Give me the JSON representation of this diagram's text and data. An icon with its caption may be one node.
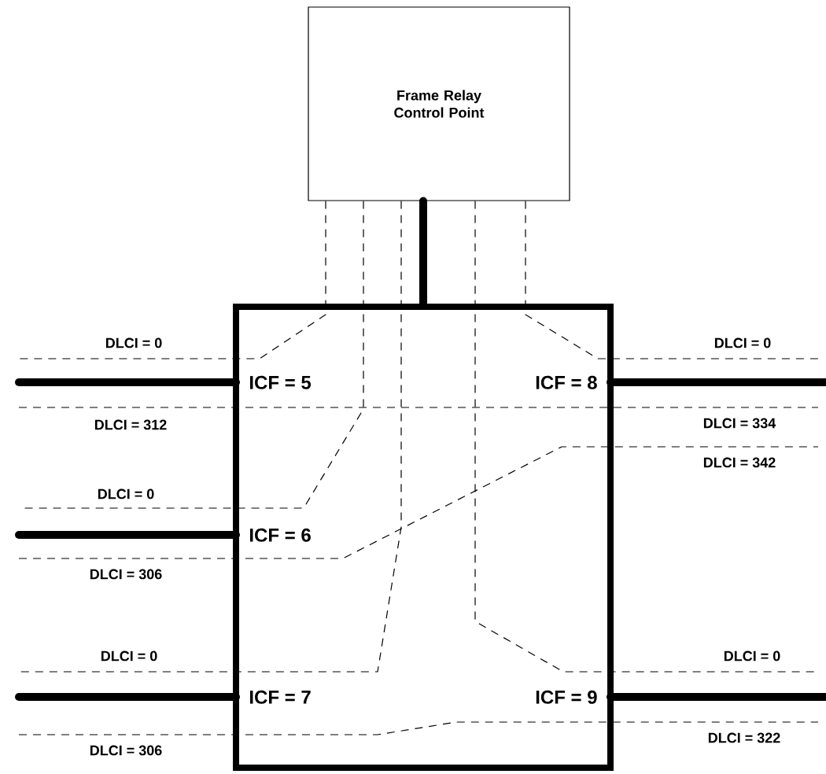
{
  "diagram": {
    "nodes": [
      {
        "text": [
          "Frame Relay Control Point"
        ]
      },
      {
        "text": [],
        "shape": "box"
      },
      {
        "text": [
          "ICF = 5"
        ],
        "in": 1
      },
      {
        "text": [
          "ICF = 8"
        ],
        "in": 1
      },
      {
        "text": [
          "ICF = 6"
        ],
        "in": 1
      },
      {
        "text": [
          "ICF = 7"
        ],
        "in": 1
      },
      {
        "text": [
          "ICF = 9"
        ],
        "in": 1
      }
    ],
    "edges": [
      {
        "from": 1,
        "to": 0,
        "arrow": "none"
      },
      {
        "from": null,
        "to": 2,
        "arrow": "none"
      },
      {
        "from": null,
        "to": 3,
        "arrow": "none"
      },
      {
        "from": null,
        "to": 4,
        "arrow": "none"
      },
      {
        "from": null,
        "to": 5,
        "arrow": "none"
      },
      {
        "from": null,
        "to": 6,
        "arrow": "none"
      },
      {
        "from": 0,
        "to": null,
        "arrow": "none",
        "style": "dashed"
      },
      {
        "from": 0,
        "to": null,
        "arrow": "none",
        "style": "dashed"
      },
      {
        "from": 0,
        "to": null,
        "arrow": "none",
        "style": "dashed"
      },
      {
        "from": 0,
        "to": null,
        "arrow": "none",
        "style": "dashed"
      },
      {
        "from": 0,
        "to": null,
        "arrow": "none",
        "style": "dashed"
      }
    ],
    "labels": [
      "DLCI = 0",
      "DLCI = 0",
      "DLCI = 312",
      "DLCI = 334",
      "DLCI = 342",
      "DLCI = 0",
      "DLCI = 306",
      "DLCI = 0",
      "DLCI = 0",
      "DLCI = 306",
      "DLCI = 322"
    ]
  }
}
